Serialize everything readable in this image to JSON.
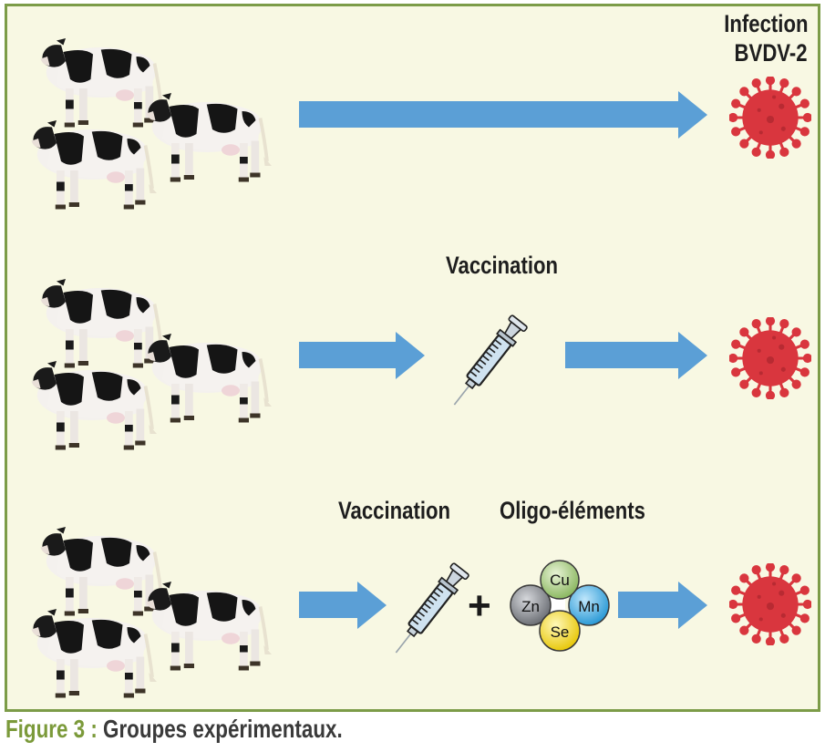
{
  "figure": {
    "number_label": "Figure 3 :",
    "title": "Groupes expérimentaux."
  },
  "colors": {
    "frame_border": "#7c9c48",
    "frame_background": "#f8f8e3",
    "arrow": "#5b9fd6",
    "virus": "#d9363e",
    "caption_number": "#7b9a3a",
    "caption_text": "#3a3a3a"
  },
  "groups": [
    {
      "name": "control",
      "steps": [],
      "endpoint_label_line1": "Infection",
      "endpoint_label_line2": "BVDV-2"
    },
    {
      "name": "vaccination",
      "steps": [
        "Vaccination"
      ]
    },
    {
      "name": "vaccination-oligo",
      "steps": [
        "Vaccination",
        "Oligo-éléments"
      ],
      "plus_sign": "+",
      "elements": [
        "Cu",
        "Zn",
        "Mn",
        "Se"
      ]
    }
  ],
  "icons": {
    "cows": "cow-herd-icon",
    "arrow": "right-arrow-icon",
    "syringe": "syringe-icon",
    "virus": "virus-icon",
    "trace_elements": "trace-elements-icon"
  }
}
